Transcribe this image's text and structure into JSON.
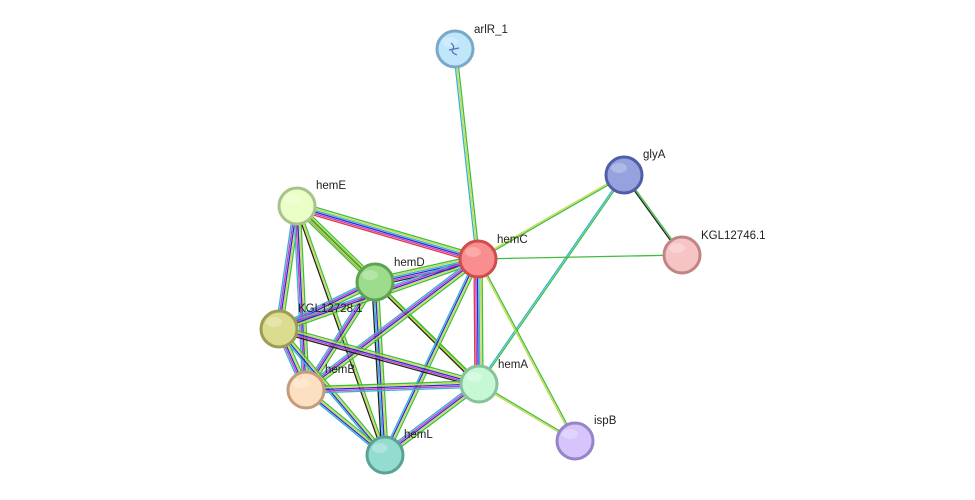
{
  "nodes": [
    {
      "id": "arlR_1",
      "label": "arlR_1",
      "fill": "#bfe6fb",
      "stroke": "#7aa8c8"
    },
    {
      "id": "glyA",
      "label": "glyA",
      "fill": "#96a2de",
      "stroke": "#4f5ea6"
    },
    {
      "id": "KGL12746.1",
      "label": "KGL12746.1",
      "fill": "#f6c4c4",
      "stroke": "#c18585"
    },
    {
      "id": "hemE",
      "label": "hemE",
      "fill": "#eaffc6",
      "stroke": "#a8c48a"
    },
    {
      "id": "hemC",
      "label": "hemC",
      "fill": "#fa8d8d",
      "stroke": "#cf4d4d"
    },
    {
      "id": "hemD",
      "label": "hemD",
      "fill": "#9cdc8c",
      "stroke": "#5fa252"
    },
    {
      "id": "KGL12728.1",
      "label": "KGL12728.1",
      "fill": "#dcdc90",
      "stroke": "#9c9c52"
    },
    {
      "id": "hemB",
      "label": "hemB",
      "fill": "#fde0c2",
      "stroke": "#c49c7a"
    },
    {
      "id": "hemA",
      "label": "hemA",
      "fill": "#c6f8d6",
      "stroke": "#86c29c"
    },
    {
      "id": "ispB",
      "label": "ispB",
      "fill": "#d6c4fb",
      "stroke": "#9484c9"
    },
    {
      "id": "hemL",
      "label": "hemL",
      "fill": "#94dcd0",
      "stroke": "#5aa294"
    }
  ],
  "edge_colors": {
    "green": "#3dbf3d",
    "yellow": "#c8d84a",
    "cyan": "#34b4d4",
    "blue": "#2a2ad4",
    "magenta": "#c83cc8",
    "red": "#e03c3c",
    "black": "#222222",
    "olive": "#8a9a4a"
  },
  "edges": [
    {
      "source": "arlR_1",
      "target": "hemC",
      "colors": [
        "green",
        "yellow",
        "cyan"
      ]
    },
    {
      "source": "glyA",
      "target": "hemC",
      "colors": [
        "green",
        "yellow"
      ]
    },
    {
      "source": "glyA",
      "target": "KGL12746.1",
      "colors": [
        "green",
        "black"
      ]
    },
    {
      "source": "glyA",
      "target": "hemA",
      "colors": [
        "green",
        "cyan"
      ]
    },
    {
      "source": "hemC",
      "target": "KGL12746.1",
      "colors": [
        "green"
      ]
    },
    {
      "source": "hemE",
      "target": "hemC",
      "colors": [
        "green",
        "yellow",
        "cyan",
        "blue",
        "magenta",
        "red"
      ]
    },
    {
      "source": "hemE",
      "target": "hemD",
      "colors": [
        "green",
        "yellow",
        "black",
        "olive",
        "green"
      ]
    },
    {
      "source": "hemE",
      "target": "KGL12728.1",
      "colors": [
        "green",
        "yellow",
        "blue",
        "magenta",
        "cyan"
      ]
    },
    {
      "source": "hemE",
      "target": "hemB",
      "colors": [
        "green",
        "yellow",
        "blue",
        "magenta",
        "cyan"
      ]
    },
    {
      "source": "hemE",
      "target": "hemL",
      "colors": [
        "green",
        "yellow",
        "black"
      ]
    },
    {
      "source": "hemE",
      "target": "hemA",
      "colors": [
        "green",
        "yellow"
      ]
    },
    {
      "source": "hemD",
      "target": "hemC",
      "colors": [
        "green",
        "yellow",
        "cyan",
        "blue",
        "magenta",
        "black"
      ]
    },
    {
      "source": "hemD",
      "target": "KGL12728.1",
      "colors": [
        "green",
        "yellow",
        "blue",
        "magenta",
        "cyan"
      ]
    },
    {
      "source": "hemD",
      "target": "hemB",
      "colors": [
        "green",
        "yellow",
        "blue",
        "magenta",
        "cyan"
      ]
    },
    {
      "source": "hemD",
      "target": "hemL",
      "colors": [
        "green",
        "yellow",
        "blue",
        "cyan",
        "black"
      ]
    },
    {
      "source": "hemD",
      "target": "hemA",
      "colors": [
        "green",
        "yellow",
        "black"
      ]
    },
    {
      "source": "hemC",
      "target": "KGL12728.1",
      "colors": [
        "green",
        "yellow",
        "blue",
        "magenta",
        "cyan"
      ]
    },
    {
      "source": "hemC",
      "target": "hemB",
      "colors": [
        "green",
        "yellow",
        "blue",
        "magenta",
        "cyan"
      ]
    },
    {
      "source": "hemC",
      "target": "hemL",
      "colors": [
        "green",
        "yellow",
        "blue",
        "cyan"
      ]
    },
    {
      "source": "hemC",
      "target": "hemA",
      "colors": [
        "green",
        "yellow",
        "cyan",
        "blue",
        "magenta",
        "red"
      ]
    },
    {
      "source": "hemC",
      "target": "ispB",
      "colors": [
        "green",
        "yellow"
      ]
    },
    {
      "source": "KGL12728.1",
      "target": "hemB",
      "colors": [
        "green",
        "yellow",
        "blue",
        "magenta",
        "cyan"
      ]
    },
    {
      "source": "KGL12728.1",
      "target": "hemL",
      "colors": [
        "green",
        "yellow",
        "blue",
        "cyan"
      ]
    },
    {
      "source": "KGL12728.1",
      "target": "hemA",
      "colors": [
        "green",
        "yellow",
        "blue",
        "magenta",
        "black"
      ]
    },
    {
      "source": "hemB",
      "target": "hemL",
      "colors": [
        "green",
        "yellow",
        "blue",
        "cyan"
      ]
    },
    {
      "source": "hemB",
      "target": "hemA",
      "colors": [
        "green",
        "yellow",
        "blue",
        "magenta",
        "cyan"
      ]
    },
    {
      "source": "hemA",
      "target": "hemL",
      "colors": [
        "green",
        "yellow",
        "blue",
        "magenta",
        "cyan"
      ]
    },
    {
      "source": "hemA",
      "target": "ispB",
      "colors": [
        "green",
        "yellow"
      ]
    }
  ]
}
